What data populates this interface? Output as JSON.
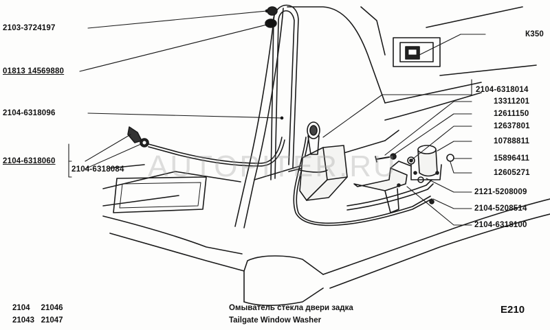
{
  "labels": {
    "l1": "2103-3724197",
    "l2": "01813 14569880",
    "l3": "2104-6318096",
    "l4": "2104-6318060",
    "l5": "2104-6318084",
    "r1": "К350",
    "r2": "2104-6318014",
    "r3": "13311201",
    "r4": "12611150",
    "r5": "12637801",
    "r6": "10788811",
    "r7": "15896411",
    "r8": "12605271",
    "r9": "2121-5208009",
    "r10": "2104-5208514",
    "r11": "2104-6318100"
  },
  "watermark": "AUTOPITER.RU",
  "footer": {
    "models_row1": "2104     21046",
    "models_row2": "21043   21047",
    "title_ru": "Омыватель стекла двери задка",
    "title_en": "Tailgate Window Washer",
    "page_code": "E210"
  }
}
